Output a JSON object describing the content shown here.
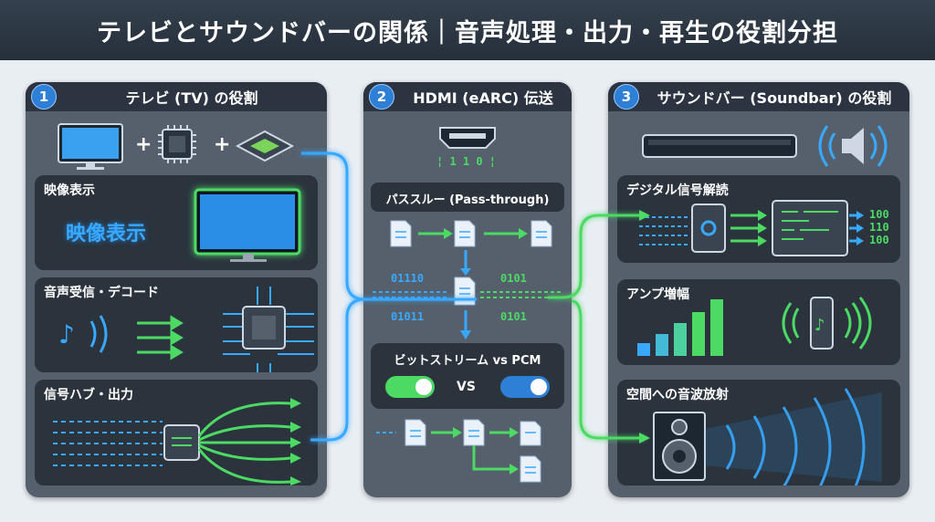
{
  "title": "テレビとサウンドバーの関係｜音声処理・出力・再生の役割分担",
  "panel1": {
    "num": "1",
    "title": "テレビ (TV) の役割",
    "plus1": "+",
    "plus2": "+",
    "video": {
      "label": "映像表示",
      "big_text": "映像表示"
    },
    "audio": {
      "label": "音声受信・デコード"
    },
    "hub": {
      "label": "信号ハブ・出力"
    }
  },
  "panel2": {
    "num": "2",
    "title": "HDMI (eARC) 伝送",
    "hdmi_bits": "¦ 1 1 0 ¦",
    "pass": {
      "label": "パススルー (Pass-through)"
    },
    "bits": {
      "left_top": "01110",
      "left_bottom": "01011",
      "right_top": "0101",
      "right_bottom": "0101"
    },
    "compare": {
      "label": "ビットストリーム vs PCM",
      "vs": "VS"
    }
  },
  "panel3": {
    "num": "3",
    "title": "サウンドバー (Soundbar) の役割",
    "decode": {
      "label": "デジタル信号解読",
      "out1": "100",
      "out2": "110",
      "out3": "100"
    },
    "amp": {
      "label": "アンプ増幅"
    },
    "spatial": {
      "label": "空間への音波放射"
    }
  },
  "colors": {
    "accent_blue": "#39a9ff",
    "accent_green": "#4cd964",
    "panel": "#55606c",
    "box": "#2b333d"
  }
}
